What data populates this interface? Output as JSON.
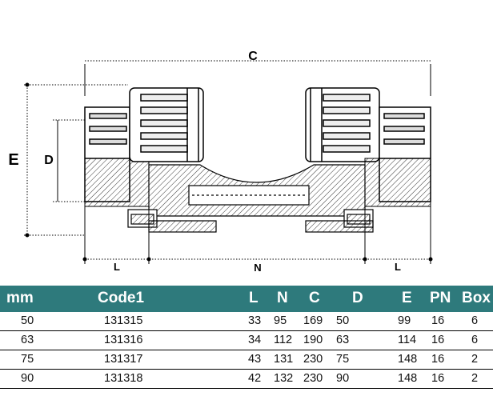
{
  "dimension_labels": {
    "C": "C",
    "E": "E",
    "D": "D",
    "L_left": "L",
    "N": "N",
    "L_right": "L"
  },
  "table": {
    "headers": [
      "mm",
      "Code1",
      "L",
      "N",
      "C",
      "D",
      "E",
      "PN",
      "Box"
    ],
    "rows": [
      [
        "50",
        "131315",
        "33",
        "95",
        "169",
        "50",
        "99",
        "16",
        "6"
      ],
      [
        "63",
        "131316",
        "34",
        "112",
        "190",
        "63",
        "114",
        "16",
        "6"
      ],
      [
        "75",
        "131317",
        "43",
        "131",
        "230",
        "75",
        "148",
        "16",
        "2"
      ],
      [
        "90",
        "131318",
        "42",
        "132",
        "230",
        "90",
        "148",
        "16",
        "2"
      ]
    ]
  },
  "colors": {
    "header_bg": "#2e7a7c",
    "header_text": "#ffffff"
  }
}
